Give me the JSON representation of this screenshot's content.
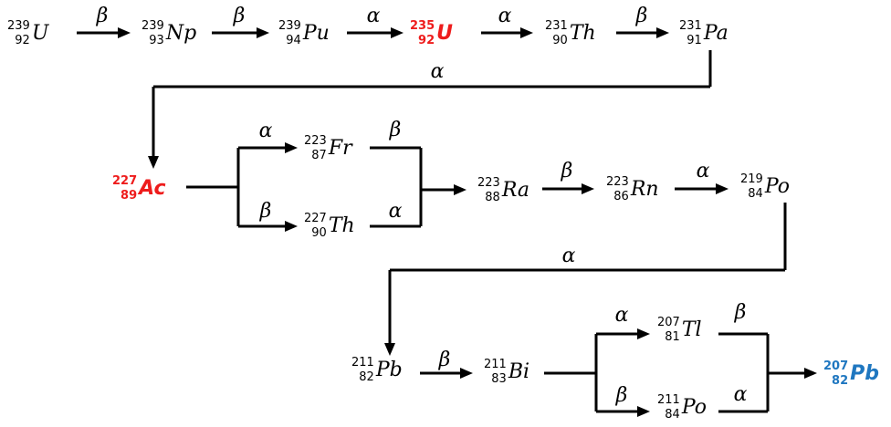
{
  "colors": {
    "line": "#000000",
    "highlight_red": "#ee1c1c",
    "highlight_blue": "#1f77c0"
  },
  "nuclides": [
    {
      "id": "U239",
      "mass": "239",
      "z": "92",
      "symbol": "U",
      "highlight": null
    },
    {
      "id": "Np239",
      "mass": "239",
      "z": "93",
      "symbol": "Np",
      "highlight": null
    },
    {
      "id": "Pu239",
      "mass": "239",
      "z": "94",
      "symbol": "Pu",
      "highlight": null
    },
    {
      "id": "U235",
      "mass": "235",
      "z": "92",
      "symbol": "U",
      "highlight": "red"
    },
    {
      "id": "Th231",
      "mass": "231",
      "z": "90",
      "symbol": "Th",
      "highlight": null
    },
    {
      "id": "Pa231",
      "mass": "231",
      "z": "91",
      "symbol": "Pa",
      "highlight": null
    },
    {
      "id": "Ac227",
      "mass": "227",
      "z": "89",
      "symbol": "Ac",
      "highlight": "red"
    },
    {
      "id": "Fr223",
      "mass": "223",
      "z": "87",
      "symbol": "Fr",
      "highlight": null
    },
    {
      "id": "Th227",
      "mass": "227",
      "z": "90",
      "symbol": "Th",
      "highlight": null
    },
    {
      "id": "Ra223",
      "mass": "223",
      "z": "88",
      "symbol": "Ra",
      "highlight": null
    },
    {
      "id": "Rn223",
      "mass": "223",
      "z": "86",
      "symbol": "Rn",
      "highlight": null
    },
    {
      "id": "Po219",
      "mass": "219",
      "z": "84",
      "symbol": "Po",
      "highlight": null
    },
    {
      "id": "Pb211",
      "mass": "211",
      "z": "82",
      "symbol": "Pb",
      "highlight": null
    },
    {
      "id": "Bi211",
      "mass": "211",
      "z": "83",
      "symbol": "Bi",
      "highlight": null
    },
    {
      "id": "Tl207",
      "mass": "207",
      "z": "81",
      "symbol": "Tl",
      "highlight": null
    },
    {
      "id": "Po211",
      "mass": "211",
      "z": "84",
      "symbol": "Po",
      "highlight": null
    },
    {
      "id": "Pb207",
      "mass": "207",
      "z": "82",
      "symbol": "Pb",
      "highlight": "blue"
    }
  ],
  "decays": [
    {
      "from": "U239",
      "to": "Np239",
      "mode": "β"
    },
    {
      "from": "Np239",
      "to": "Pu239",
      "mode": "β"
    },
    {
      "from": "Pu239",
      "to": "U235",
      "mode": "α"
    },
    {
      "from": "U235",
      "to": "Th231",
      "mode": "α"
    },
    {
      "from": "Th231",
      "to": "Pa231",
      "mode": "β"
    },
    {
      "from": "Pa231",
      "to": "Ac227",
      "mode": "α"
    },
    {
      "from": "Ac227",
      "to": "Fr223",
      "mode": "α"
    },
    {
      "from": "Ac227",
      "to": "Th227",
      "mode": "β"
    },
    {
      "from": "Fr223",
      "to": "Ra223",
      "mode": "β"
    },
    {
      "from": "Th227",
      "to": "Ra223",
      "mode": "α"
    },
    {
      "from": "Ra223",
      "to": "Rn223",
      "mode": "β"
    },
    {
      "from": "Rn223",
      "to": "Po219",
      "mode": "α"
    },
    {
      "from": "Po219",
      "to": "Pb211",
      "mode": "α"
    },
    {
      "from": "Pb211",
      "to": "Bi211",
      "mode": "β"
    },
    {
      "from": "Bi211",
      "to": "Tl207",
      "mode": "α"
    },
    {
      "from": "Bi211",
      "to": "Po211",
      "mode": "β"
    },
    {
      "from": "Tl207",
      "to": "Pb207",
      "mode": "β"
    },
    {
      "from": "Po211",
      "to": "Pb207",
      "mode": "α"
    }
  ]
}
